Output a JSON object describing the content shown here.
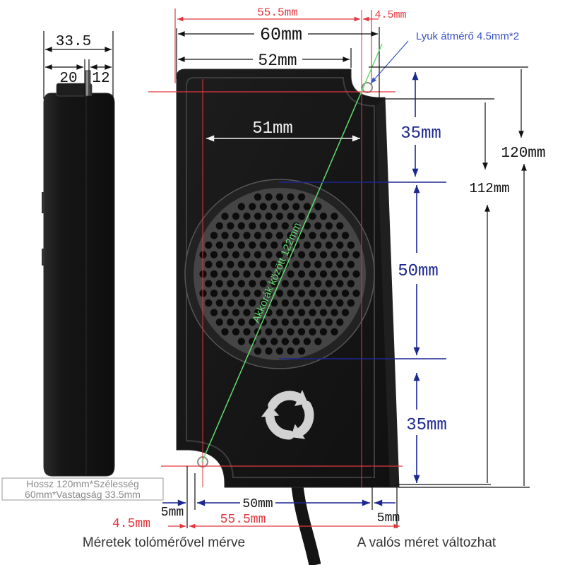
{
  "side_view": {
    "thickness": "33.5",
    "part_a": "20",
    "part_b": "12"
  },
  "top_dims": {
    "red_span": "55.5mm",
    "red_offset": "4.5mm",
    "overall_width": "60mm",
    "body_width": "52mm",
    "grille_width": "51mm"
  },
  "hole_note": "Lyuk átmérő 4.5mm*2",
  "right_dims": {
    "top_section": "35mm",
    "middle_section": "50mm",
    "bottom_section": "35mm",
    "total_length": "120mm",
    "hole_span": "112mm"
  },
  "diagonal_label": "Akkorák között 122mm",
  "spec_box": {
    "line1": "Hossz 120mm*Szélesség",
    "line2": "60mm*Vastagság 33.5mm"
  },
  "bottom_dims": {
    "left_gap": "5mm",
    "inner_width": "50mm",
    "right_gap": "5mm",
    "red_offset": "4.5mm",
    "red_span": "55.5mm"
  },
  "footer": {
    "left_note": "Méretek tolómérővel mérve",
    "right_note": "A valós méret változhat"
  },
  "colors": {
    "dimension_red": "#e2373f",
    "dimension_blue": "#1c2790",
    "hole_note_blue": "#3852c6",
    "diagonal_green": "#62dc6f",
    "device_body": "#151515"
  },
  "icons": {
    "recycle": "recycle-icon",
    "mounting_hole": "mounting-hole-icon"
  }
}
